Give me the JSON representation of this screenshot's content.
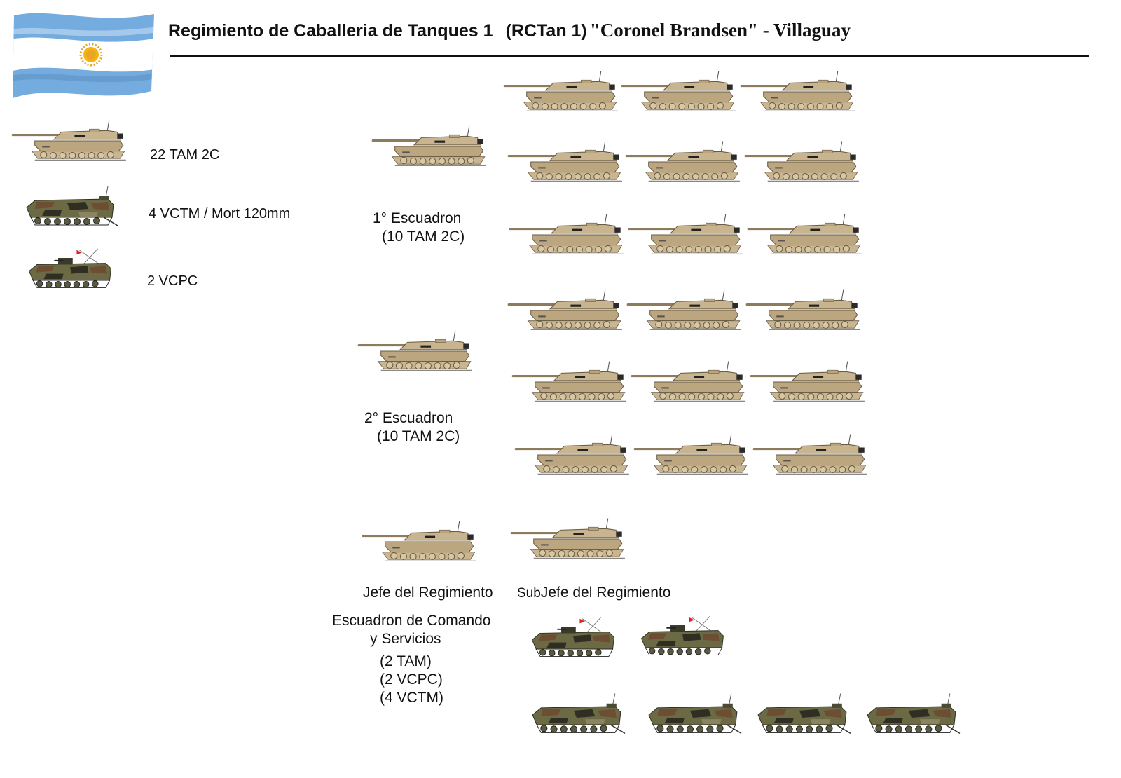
{
  "header": {
    "title_main": "Regimiento de Caballeria de Tanques 1",
    "title_code": "(RCTan 1)",
    "title_name": "\"Coronel Brandsen\" - Villaguay"
  },
  "flag": {
    "name": "flag-of-argentina",
    "colors": {
      "celeste": "#74ACDF",
      "white": "#FFFFFF",
      "sun": "#E8A623"
    }
  },
  "legend": {
    "items": [
      {
        "label": "22  TAM 2C",
        "icon": "tam-tank-icon"
      },
      {
        "label": "4 VCTM / Mort 120mm",
        "icon": "vctm-mortar-carrier-icon"
      },
      {
        "label": "2 VCPC",
        "icon": "vcpc-command-vehicle-icon"
      }
    ]
  },
  "units": {
    "squadron1": {
      "line1": "1° Escuadron",
      "line2": "(10 TAM 2C)"
    },
    "squadron2": {
      "line1": "2° Escuadron",
      "line2": "(10 TAM 2C)"
    },
    "commander": "Jefe del Regimiento",
    "deputy_prefix": "Sub",
    "deputy": "Jefe del Regimiento",
    "hq": {
      "line1": "Escuadron de Comando",
      "line2": "y Servicios",
      "line3": "(2 TAM)",
      "line4": "(2 VCPC)",
      "line5": "(4 VCTM)"
    }
  },
  "colors": {
    "tan_hull": "#C8B48E",
    "tan_dark": "#7A6A4E",
    "camo_green": "#6B6A45",
    "camo_brown": "#6E4E33",
    "camo_dark": "#2E2E22"
  }
}
